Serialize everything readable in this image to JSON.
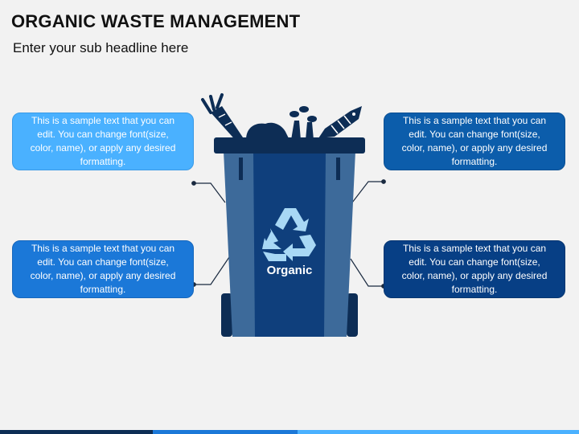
{
  "header": {
    "title": "ORGANIC WASTE MANAGEMENT",
    "subtitle": "Enter your sub headline here"
  },
  "boxes": {
    "top_left": "This is a sample text that you can edit. You can change font(size, color, name), or apply any desired formatting.",
    "bottom_left": "This is a sample text that you can edit. You can change font(size, color, name), or apply any desired formatting.",
    "top_right": "This is a sample text that you can edit. You can change font(size, color, name), or apply any desired formatting.",
    "bottom_right": "This is a sample text that you can edit. You can change font(size, color, name), or apply any desired formatting."
  },
  "bin": {
    "label": "Organic",
    "icon": "recycle-icon"
  },
  "colors": {
    "box_top_left": "#4ab1ff",
    "box_bottom_left": "#1b78d8",
    "box_top_right": "#0c5dab",
    "box_bottom_right": "#073f85",
    "bin_body": "#3d6a9a",
    "bin_front": "#0f3f7c",
    "bin_lid": "#0d2d55",
    "recycle": "#a8d8f5"
  }
}
